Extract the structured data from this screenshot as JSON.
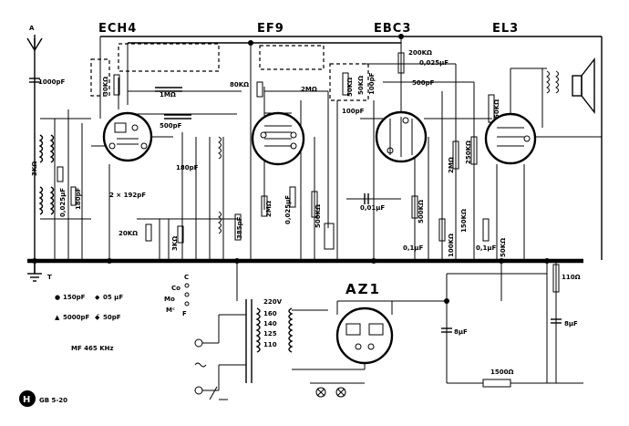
{
  "tubes": {
    "ech4": "ECH4",
    "ef9": "EF9",
    "ebc3": "EBC3",
    "el3": "EL3",
    "az1": "AZ1"
  },
  "components": {
    "c_1000pf": "1000pF",
    "r_1m": "1MΩ",
    "c_500pf_a": "500pF",
    "r_80k": "80KΩ",
    "r_2m_a": "2MΩ",
    "r_200k": "200KΩ",
    "c_0025uf_top": "0,025µF",
    "c_500pf_b": "500pF",
    "r_50k_top": "50KΩ",
    "c_100pf_a": "100pF",
    "c_100pf_b": "100pF",
    "r_50k_ef9": "50KΩ",
    "r_30k": "30KΩ",
    "r_3k": "3KΩ",
    "c_0025uf_left": "0,025µF",
    "c_180pf_left": "180pF",
    "c_2x192pf": "2 × 192pF",
    "c_180pf_mid": "180pF",
    "r_20k": "20KΩ",
    "r_3k_b": "3KΩ",
    "c_385pf": "385pF",
    "r_2m_b": "2MΩ",
    "c_0025uf_ef9": "0,025µF",
    "r_500k_a": "500KΩ",
    "c_001uf": "0,01µF",
    "r_500k_b": "500KΩ",
    "r_2m_c": "2MΩ",
    "r_250k": "250KΩ",
    "r_150k": "150KΩ",
    "r_100k": "100KΩ",
    "c_01uf_a": "0,1µF",
    "c_01uf_b": "0,1µF",
    "r_50k_b": "50KΩ",
    "r_110": "110Ω",
    "c_8uf_a": "8µF",
    "c_8uf_b": "8µF",
    "r_1500": "1500Ω",
    "pin_a": "A",
    "pin_t": "T"
  },
  "transformer_taps": [
    "220V",
    "160",
    "140",
    "125",
    "110"
  ],
  "switch_labels": {
    "c": "C",
    "co": "Co",
    "mo": "Mo",
    "mc": "Mᶜ",
    "f": "F"
  },
  "legend": [
    {
      "symbol": "●",
      "value": "150pF"
    },
    {
      "symbol": "◆",
      "value": "05 µF"
    },
    {
      "symbol": "▲",
      "value": "5000pF"
    },
    {
      "symbol": "◆̂",
      "value": "50pF"
    }
  ],
  "mf_note": "MF 465 KHz",
  "logo_text": "GB 5-20"
}
